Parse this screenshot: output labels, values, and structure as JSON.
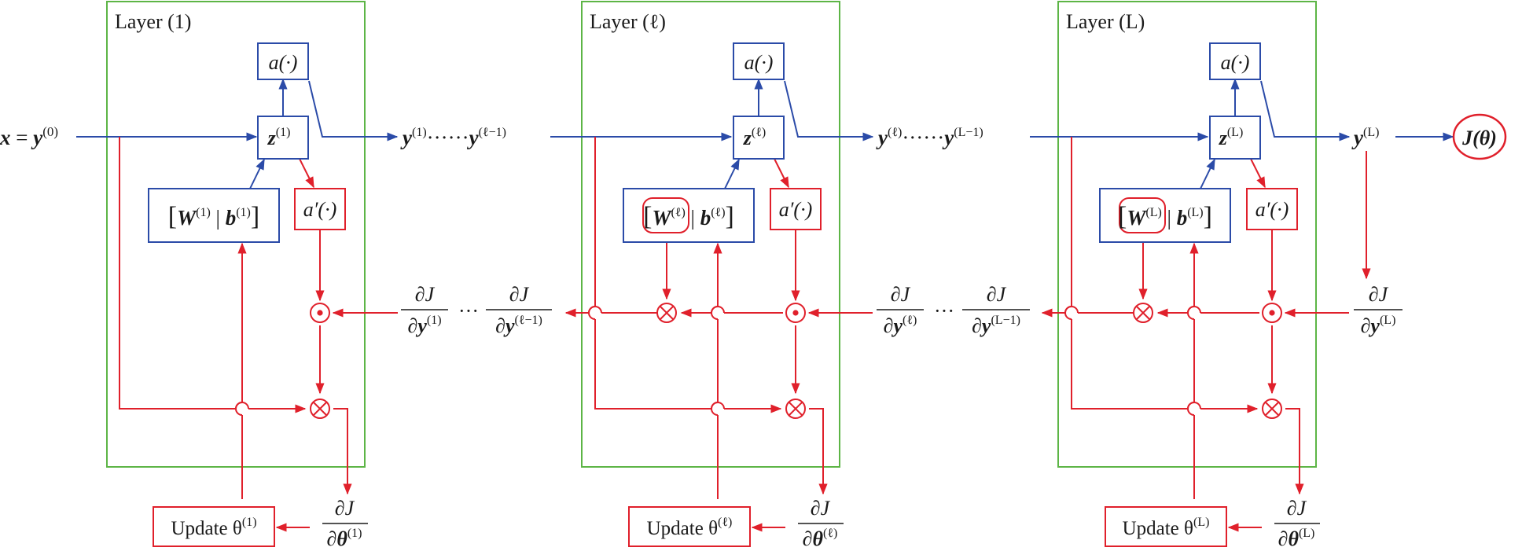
{
  "colors": {
    "forward": "#2B4BA8",
    "backward": "#E0202B",
    "layer": "#5DB546",
    "text": "#1a1a1a"
  },
  "input": {
    "x": "x",
    "eq": " = ",
    "y": "y",
    "sup": "(0)"
  },
  "layers": [
    {
      "title": "Layer (1)",
      "idx": "(1)",
      "activation": "a(·)",
      "deriv": "a′(·)",
      "w": "W",
      "b": "b",
      "sep": " | ",
      "update": "Update θ",
      "grad_num": "∂J",
      "grad_den": "∂θ"
    },
    {
      "title": "Layer (ℓ)",
      "idx": "(ℓ)",
      "activation": "a(·)",
      "deriv": "a′(·)",
      "w": "W",
      "b": "b",
      "sep": " | ",
      "update": "Update θ",
      "grad_num": "∂J",
      "grad_den": "∂θ"
    },
    {
      "title": "Layer (L)",
      "idx": "(L)",
      "activation": "a(·)",
      "deriv": "a′(·)",
      "w": "W",
      "b": "b",
      "sep": " | ",
      "update": "Update θ",
      "grad_num": "∂J",
      "grad_den": "∂θ"
    }
  ],
  "signals": {
    "y": "y",
    "dots": "······",
    "d_dots": "···",
    "sup_1": "(1)",
    "sup_lm1": "(ℓ−1)",
    "sup_l": "(ℓ)",
    "sup_Lm1": "(L−1)",
    "sup_L": "(L)",
    "dJ": "∂J",
    "dy": "∂y"
  },
  "output": {
    "label": "J(θ)"
  },
  "symbols": {
    "hadamard": "⊙",
    "times": "⊗"
  }
}
